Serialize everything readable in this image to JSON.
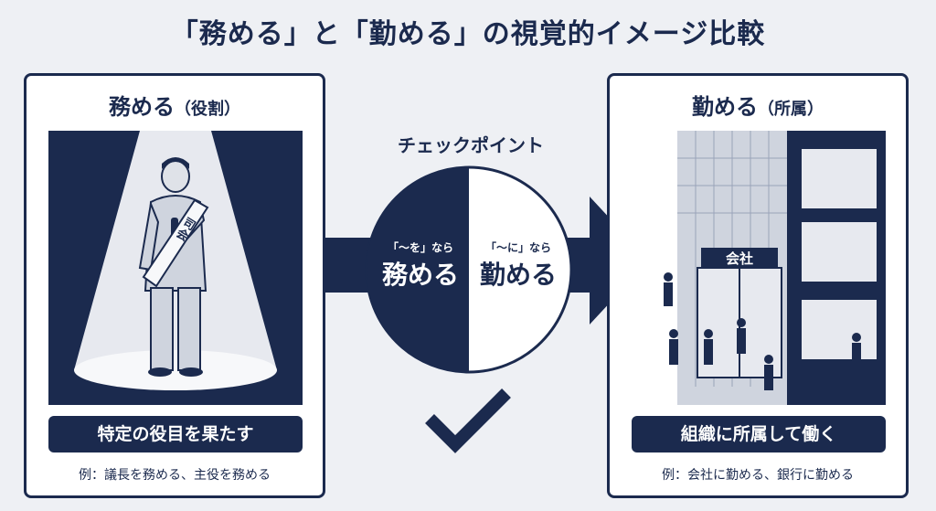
{
  "title": "「務める」と「勤める」の視覚的イメージ比較",
  "left": {
    "heading": "務める",
    "heading_sub": "（役割）",
    "sash": "司会",
    "banner": "特定の役目を果たす",
    "example": "例：議長を務める、主役を務める"
  },
  "center": {
    "checkpoint": "チェックポイント",
    "left_half": {
      "particle": "「〜を」なら",
      "word": "務める"
    },
    "right_half": {
      "particle": "「〜に」なら",
      "word": "勤める"
    }
  },
  "right": {
    "heading": "勤める",
    "heading_sub": "（所属）",
    "sign": "会社",
    "banner": "組織に所属して働く",
    "example": "例：会社に勤める、銀行に勤める"
  },
  "colors": {
    "navy": "#1b2a4e",
    "bg": "#eef0f4",
    "white": "#ffffff"
  }
}
